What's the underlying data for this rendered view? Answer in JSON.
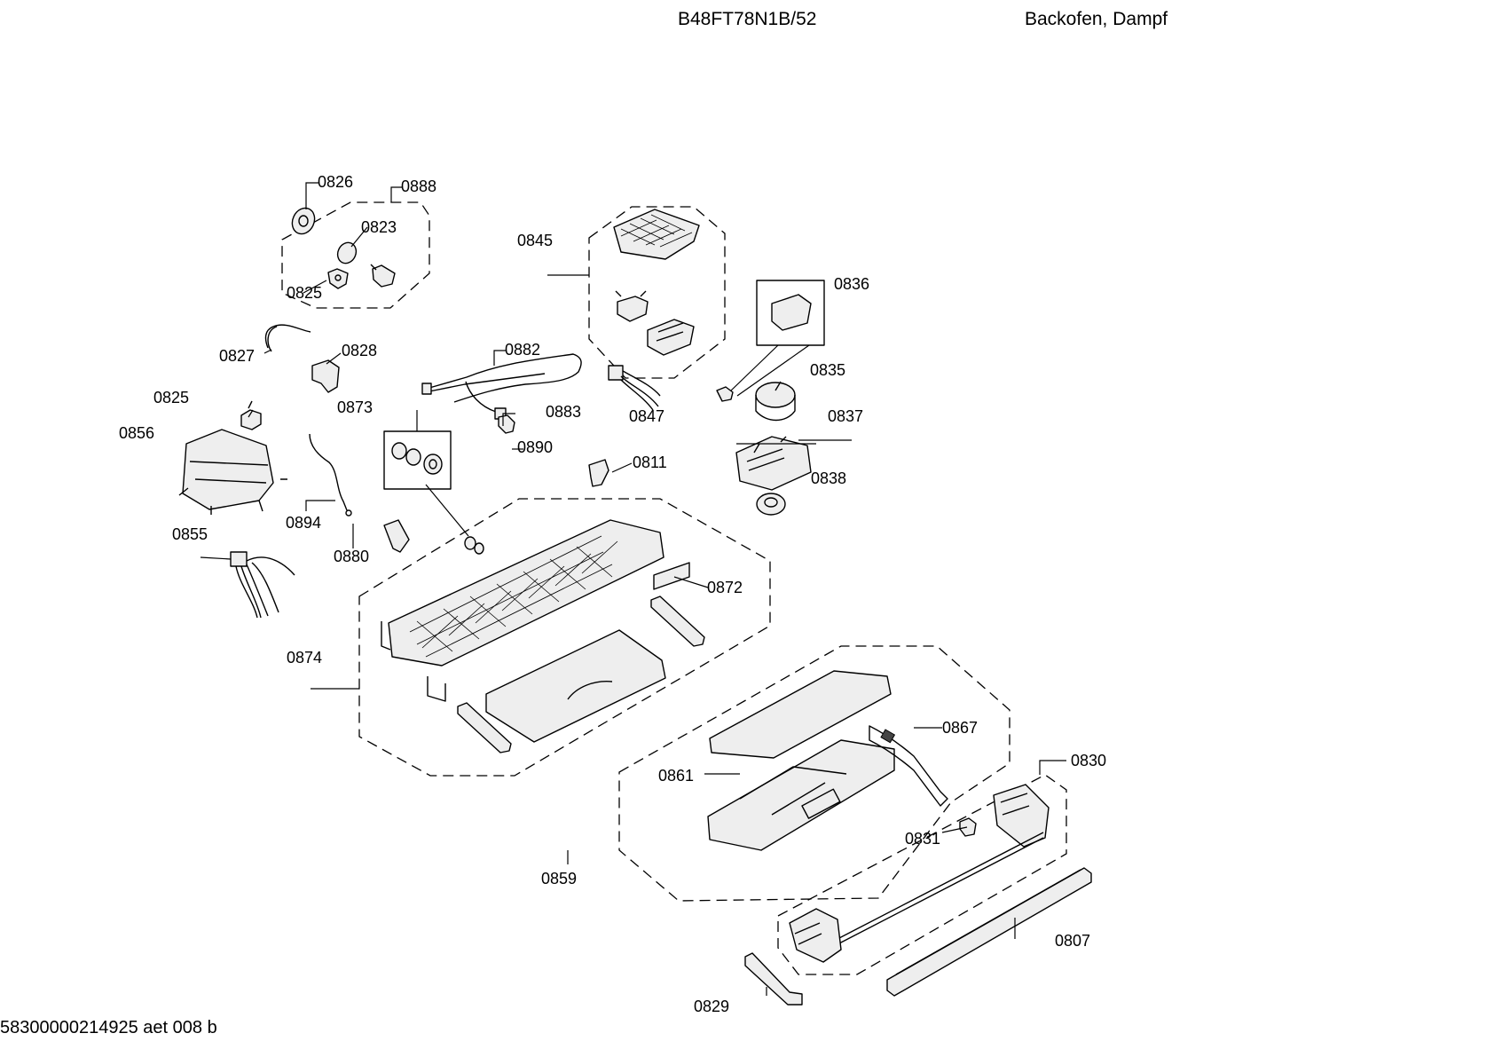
{
  "header": {
    "model": "B48FT78N1B/52",
    "category": "Backofen, Dampf"
  },
  "footer": {
    "doc_id": "58300000214925 aet 008 b"
  },
  "callouts": [
    {
      "id": "c0826",
      "text": "0826"
    },
    {
      "id": "c0888",
      "text": "0888"
    },
    {
      "id": "c0823",
      "text": "0823"
    },
    {
      "id": "c0825a",
      "text": "0825"
    },
    {
      "id": "c0845",
      "text": "0845"
    },
    {
      "id": "c0836",
      "text": "0836"
    },
    {
      "id": "c0827",
      "text": "0827"
    },
    {
      "id": "c0828",
      "text": "0828"
    },
    {
      "id": "c0882",
      "text": "0882"
    },
    {
      "id": "c0835",
      "text": "0835"
    },
    {
      "id": "c0825b",
      "text": "0825"
    },
    {
      "id": "c0873",
      "text": "0873"
    },
    {
      "id": "c0883",
      "text": "0883"
    },
    {
      "id": "c0847",
      "text": "0847"
    },
    {
      "id": "c0837",
      "text": "0837"
    },
    {
      "id": "c0856",
      "text": "0856"
    },
    {
      "id": "c0890",
      "text": "0890"
    },
    {
      "id": "c0811",
      "text": "0811"
    },
    {
      "id": "c0838",
      "text": "0838"
    },
    {
      "id": "c0894",
      "text": "0894"
    },
    {
      "id": "c0855",
      "text": "0855"
    },
    {
      "id": "c0880",
      "text": "0880"
    },
    {
      "id": "c0872",
      "text": "0872"
    },
    {
      "id": "c0874",
      "text": "0874"
    },
    {
      "id": "c0867",
      "text": "0867"
    },
    {
      "id": "c0830",
      "text": "0830"
    },
    {
      "id": "c0861",
      "text": "0861"
    },
    {
      "id": "c0831",
      "text": "0831"
    },
    {
      "id": "c0859",
      "text": "0859"
    },
    {
      "id": "c0807",
      "text": "0807"
    },
    {
      "id": "c0829",
      "text": "0829"
    }
  ]
}
